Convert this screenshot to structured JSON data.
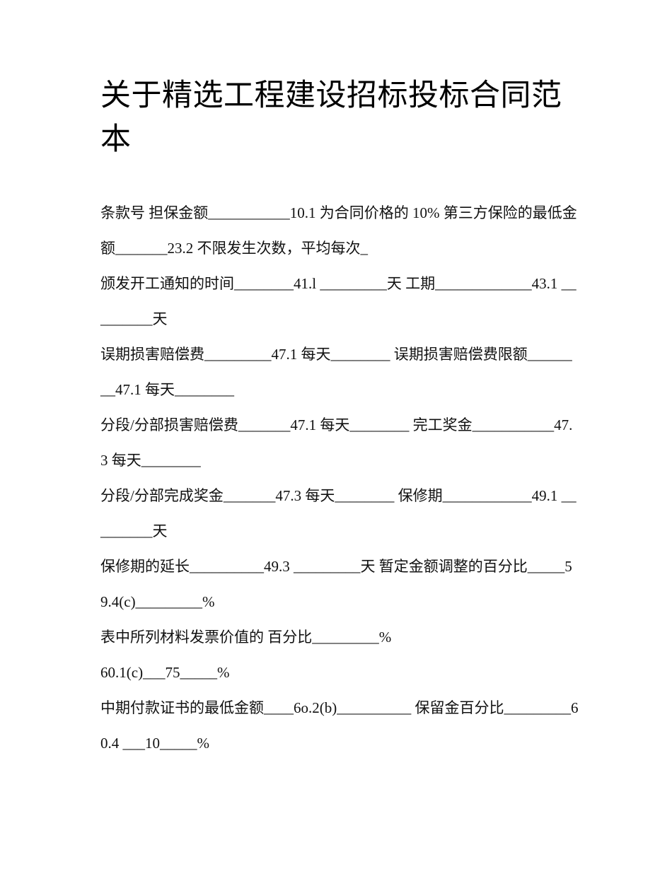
{
  "document": {
    "title": "关于精选工程建设招标投标合同范本",
    "paragraphs": [
      {
        "id": "clause-guarantee-amount",
        "text": "条款号 担保金额___________10.1 为合同价格的 10% 第三方保险的最低金额_______23.2 不限发生次数，平均每次_"
      },
      {
        "id": "clause-commencement-notice",
        "text": "颁发开工通知的时间________41.l _________天 工期_____________43.1 _________天"
      },
      {
        "id": "clause-delay-damages",
        "text": "误期损害赔偿费_________47.1 每天________ 误期损害赔偿费限额________47.1 每天________"
      },
      {
        "id": "clause-sectional-damages",
        "text": "分段/分部损害赔偿费_______47.1 每天________ 完工奖金___________47.3 每天________"
      },
      {
        "id": "clause-sectional-bonus",
        "text": "分段/分部完成奖金_______47.3 每天________ 保修期____________49.1 _________天"
      },
      {
        "id": "clause-defects-extension",
        "text": "保修期的延长__________49.3 _________天 暂定金额调整的百分比_____59.4(c)_________%"
      },
      {
        "id": "clause-materials-invoice-percent",
        "text": "表中所列材料发票价值的 百分比_________%\n60.1(c)___75_____%"
      },
      {
        "id": "clause-interim-payment",
        "text": "中期付款证书的最低金额____6o.2(b)__________ 保留金百分比_________60.4 ___10_____%"
      }
    ]
  },
  "colors": {
    "page_background": "#ffffff",
    "text": "#000000",
    "body_text": "#111111"
  }
}
